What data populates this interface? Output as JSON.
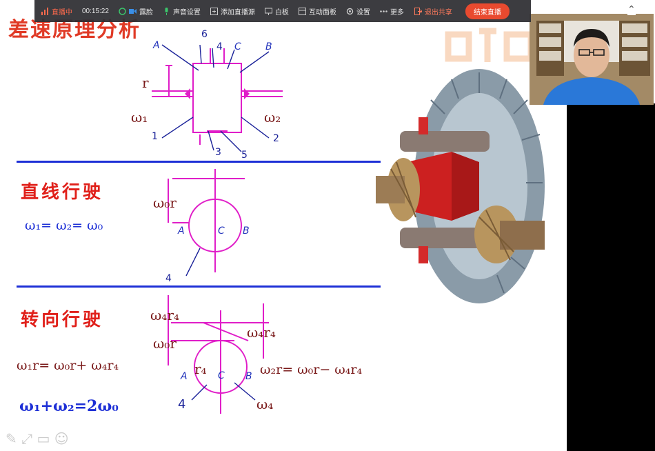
{
  "toolbar": {
    "live_label": "直播中",
    "timer": "00:15:22",
    "items": [
      "露脸",
      "声音设置",
      "添加直播源",
      "白板",
      "互动面板",
      "设置",
      "更多"
    ],
    "stop_share_label": "退出共享",
    "end_live_label": "结束直播"
  },
  "slide": {
    "title": "差速原理分析",
    "section1_title": "直线行驶",
    "section2_title": "转向行驶",
    "eq_straight": "ω₁= ω₂= ω₀",
    "eq_turn_left": "ω₁r= ω₀r+ ω₄r₄",
    "eq_turn_right": "ω₂r= ω₀r− ω₄r₄",
    "eq_result": "ω₁+ω₂=2ω₀",
    "diagram1": {
      "labels": {
        "A": "A",
        "B": "B",
        "C": "C",
        "r": "r",
        "w1": "ω₁",
        "w2": "ω₂"
      },
      "numbers": {
        "n1": "1",
        "n2": "2",
        "n3": "3",
        "n4": "4",
        "n5": "5",
        "n6": "6"
      }
    },
    "diagram2": {
      "w0r": "ω₀r",
      "A": "A",
      "B": "B",
      "C": "C",
      "n4": "4"
    },
    "diagram3": {
      "w4r4_left": "ω₄r₄",
      "w0r": "ω₀r",
      "w4r4_right": "ω₄r₄",
      "r4": "r₄",
      "A": "A",
      "B": "B",
      "C": "C",
      "n4": "4",
      "w4": "ω₄"
    }
  },
  "colors": {
    "accent_red": "#e0201a",
    "rule_blue": "#1d2fd6",
    "toolbar_bg": "#303034",
    "end_button": "#e94a2f"
  }
}
